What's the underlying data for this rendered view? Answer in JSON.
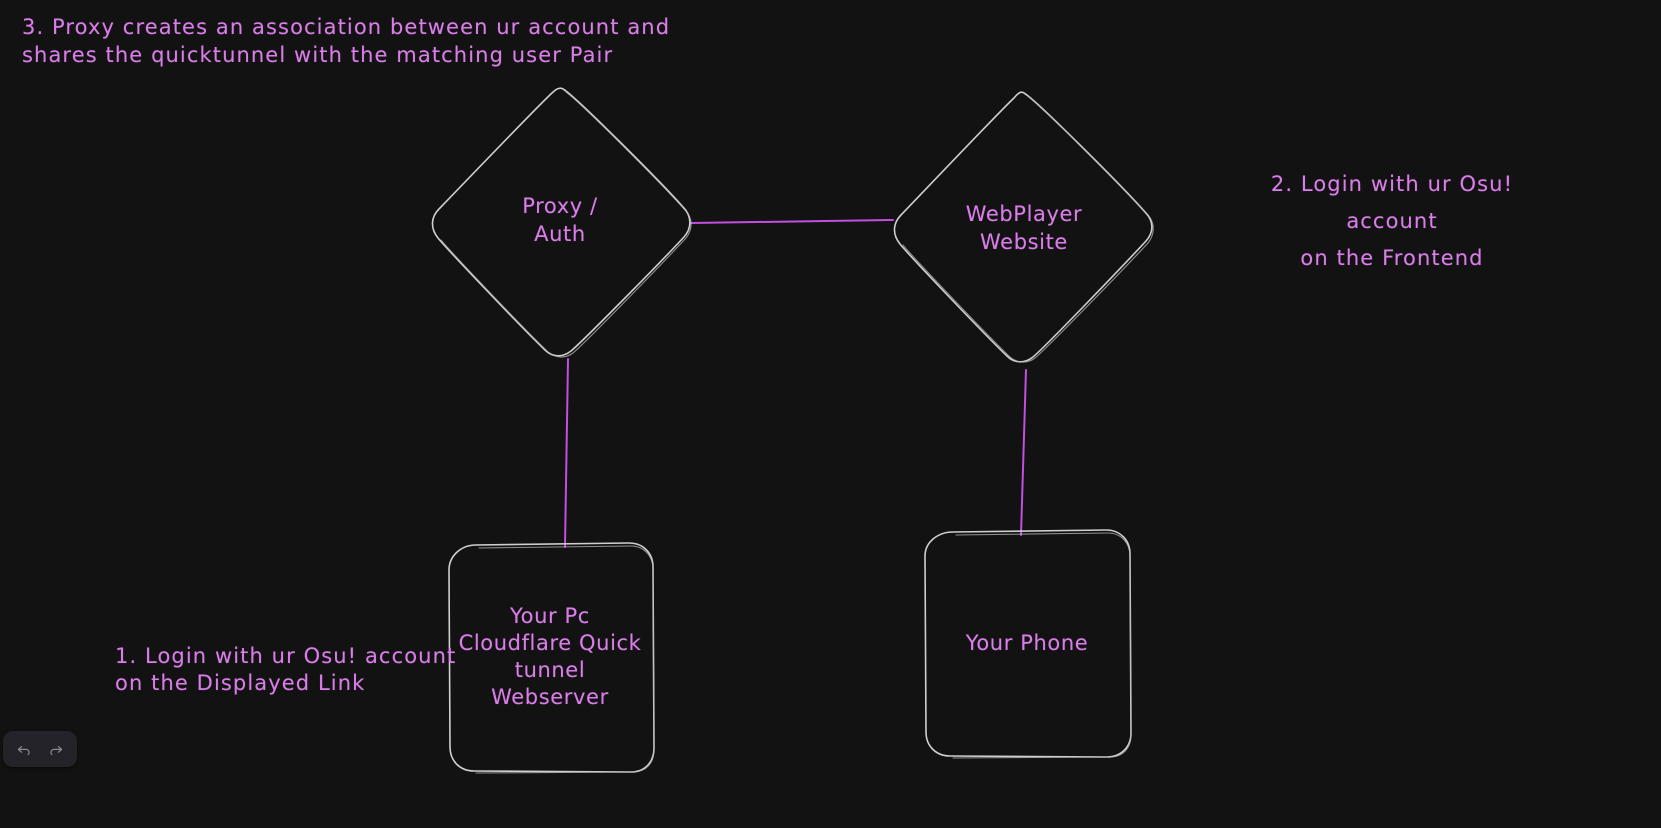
{
  "canvas": {
    "background_color": "#121212",
    "stroke_color": "#cfcfcf",
    "accent_color": "#d97ee8",
    "connector_color": "#c44ee0"
  },
  "nodes": [
    {
      "id": "proxy-auth",
      "shape": "diamond",
      "label": "Proxy /\nAuth"
    },
    {
      "id": "webplayer",
      "shape": "diamond",
      "label": "WebPlayer\nWebsite"
    },
    {
      "id": "your-pc",
      "shape": "rounded-rectangle",
      "label": "Your Pc\nCloudflare Quick\ntunnel\nWebserver"
    },
    {
      "id": "your-phone",
      "shape": "rounded-rectangle",
      "label": "Your Phone"
    }
  ],
  "connectors": [
    {
      "id": "proxy-to-webplayer",
      "from": "proxy-auth",
      "to": "webplayer",
      "orientation": "horizontal"
    },
    {
      "id": "proxy-to-your-pc",
      "from": "proxy-auth",
      "to": "your-pc",
      "orientation": "vertical"
    },
    {
      "id": "webplayer-to-phone",
      "from": "webplayer",
      "to": "your-phone",
      "orientation": "vertical"
    }
  ],
  "annotations": {
    "step1": "1. Login with ur Osu! account\non the Displayed Link",
    "step2": "2. Login with ur Osu! account\non the Frontend",
    "step3": "3. Proxy creates an association between ur account and\n shares the quicktunnel with the matching user Pair"
  },
  "toolbar": {
    "undo": {
      "name": "undo",
      "glyph": "undo-arrow-icon"
    },
    "redo": {
      "name": "redo",
      "glyph": "redo-arrow-icon"
    }
  }
}
